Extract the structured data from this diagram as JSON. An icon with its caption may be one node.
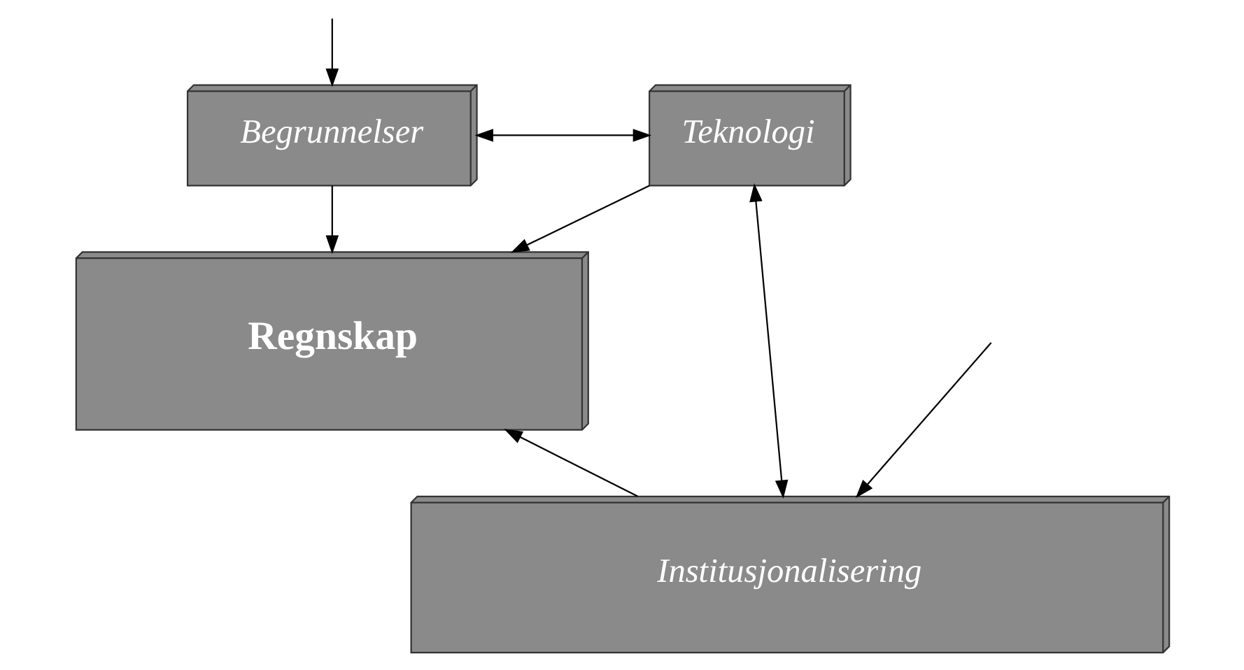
{
  "diagram": {
    "nodes": [
      {
        "text": [
          "Teknologi"
        ]
      },
      {
        "text": [
          "Begrunnelser"
        ]
      },
      {
        "text": [
          "Regnskap"
        ]
      },
      {
        "text": [
          "Institusjonalisering"
        ]
      }
    ],
    "edges": [
      {
        "from": 0,
        "to": 1,
        "arrow": "both"
      },
      {
        "from": 0,
        "to": 2,
        "arrow": "to"
      },
      {
        "from": 1,
        "to": 2,
        "arrow": "to"
      },
      {
        "from": 3,
        "to": 2,
        "arrow": "to"
      },
      {
        "from": 0,
        "to": 3,
        "arrow": "both"
      },
      {
        "from": null,
        "to": 1,
        "arrow": "to"
      },
      {
        "from": null,
        "to": 3,
        "arrow": "to"
      }
    ]
  }
}
